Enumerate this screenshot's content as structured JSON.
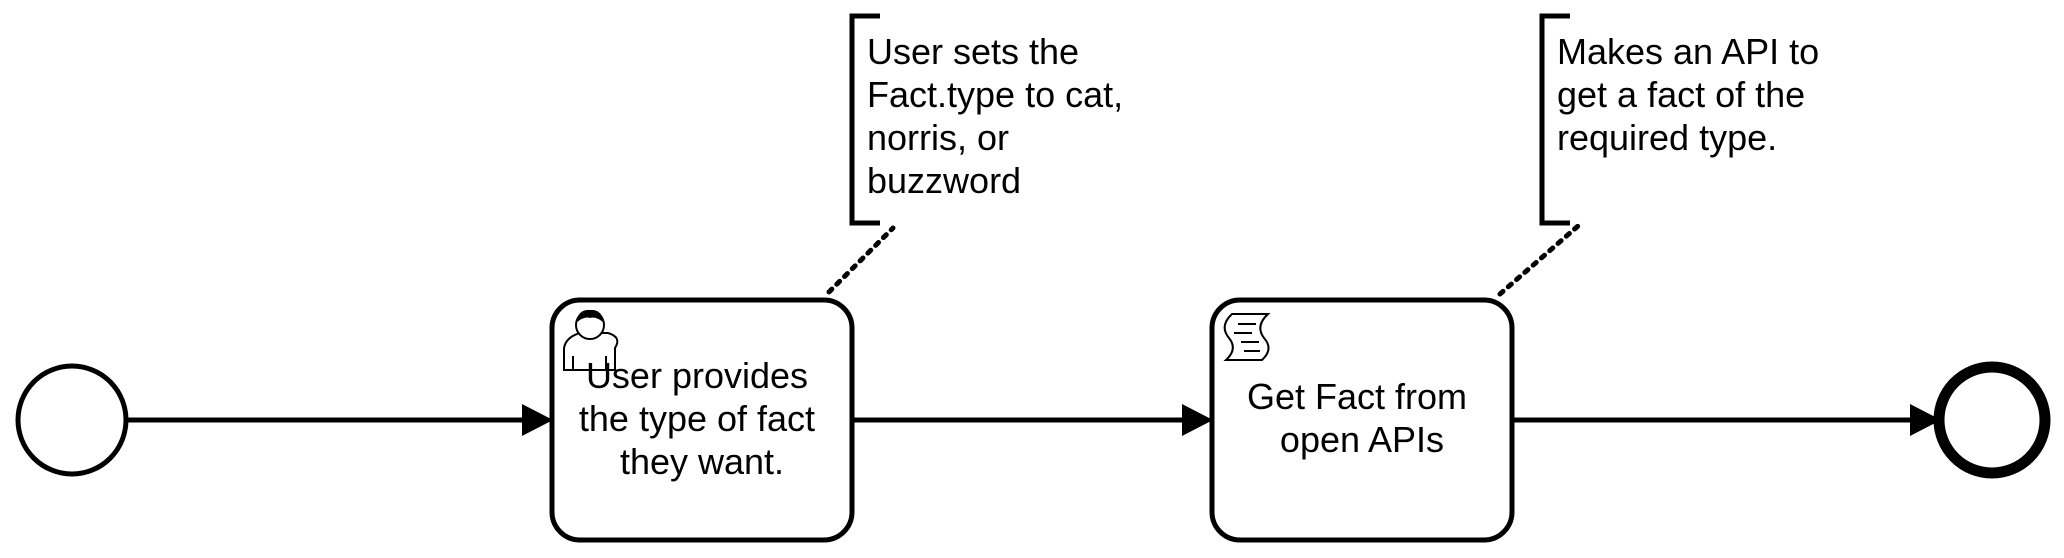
{
  "diagram": {
    "nodes": {
      "start_event": {
        "kind": "start-event"
      },
      "task_user": {
        "kind": "user-task",
        "icon": "user-icon",
        "lines": [
          "User provides",
          "the type of fact",
          "they want."
        ]
      },
      "task_script": {
        "kind": "script-task",
        "icon": "script-icon",
        "lines": [
          "Get Fact from",
          "open APIs"
        ]
      },
      "end_event": {
        "kind": "end-event"
      }
    },
    "annotations": {
      "user_task_note": {
        "lines": [
          "User sets the",
          "Fact.type to cat,",
          "norris, or",
          "buzzword"
        ]
      },
      "script_task_note": {
        "lines": [
          "Makes an API to",
          "get a fact of the",
          "required type."
        ]
      }
    },
    "flows": [
      {
        "from": "start_event",
        "to": "task_user"
      },
      {
        "from": "task_user",
        "to": "task_script"
      },
      {
        "from": "task_script",
        "to": "end_event"
      }
    ],
    "colors": {
      "stroke": "#000000",
      "fill": "#ffffff"
    }
  }
}
